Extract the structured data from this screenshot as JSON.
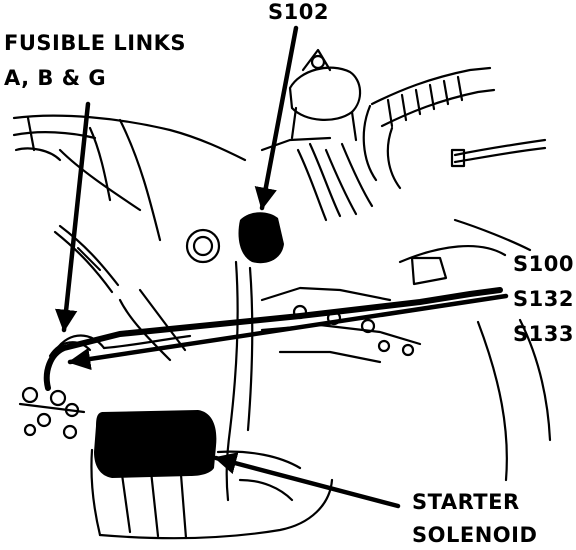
{
  "labels": {
    "fusible_links_line1": "FUSIBLE LINKS",
    "fusible_links_line2": "A, B & G",
    "s102": "S102",
    "s100": "S100",
    "s132": "S132",
    "s133": "S133",
    "starter_line1": "STARTER",
    "starter_line2": "SOLENOID"
  },
  "colors": {
    "ink": "#000000",
    "paper": "#ffffff"
  }
}
